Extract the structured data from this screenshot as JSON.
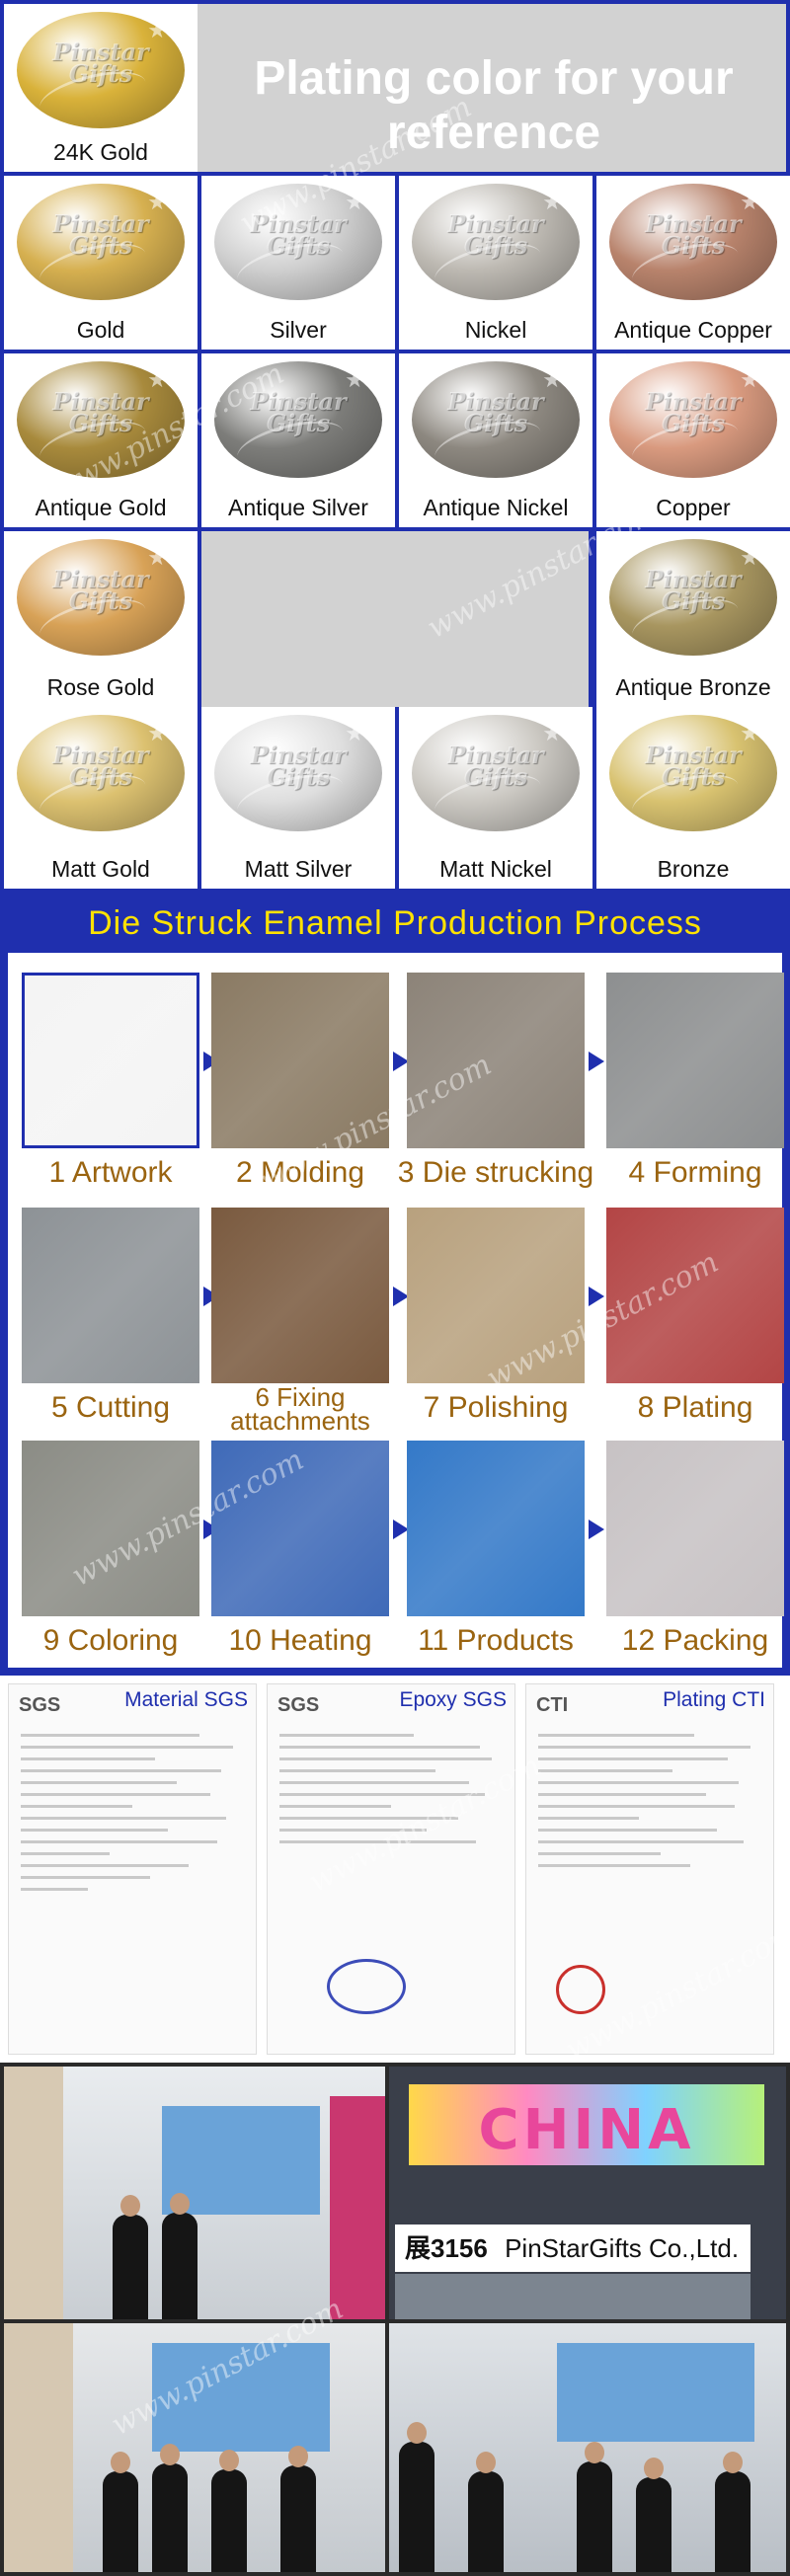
{
  "plating": {
    "title": "Plating color for your reference",
    "brand_line1": "Pinstar",
    "brand_line2": "Gifts",
    "colors": [
      {
        "label": "24K Gold",
        "hex": "#d9b23a"
      },
      {
        "label": "Gold",
        "hex": "#d6b050"
      },
      {
        "label": "Silver",
        "hex": "#cfcfcf"
      },
      {
        "label": "Nickel",
        "hex": "#bdb9b2"
      },
      {
        "label": "Antique Copper",
        "hex": "#b8836c"
      },
      {
        "label": "Antique Gold",
        "hex": "#a88a3c"
      },
      {
        "label": "Antique Silver",
        "hex": "#7d7d7a"
      },
      {
        "label": "Antique Nickel",
        "hex": "#8d8880"
      },
      {
        "label": "Copper",
        "hex": "#d99a7f"
      },
      {
        "label": "Rose Gold",
        "hex": "#d8a257"
      },
      {
        "label": "Antique Bronze",
        "hex": "#a89660"
      },
      {
        "label": "Matt Gold",
        "hex": "#dcc170"
      },
      {
        "label": "Matt Silver",
        "hex": "#dedede"
      },
      {
        "label": "Matt Nickel",
        "hex": "#cbc8c2"
      },
      {
        "label": "Bronze",
        "hex": "#d8c270"
      }
    ]
  },
  "process": {
    "title": "Die Struck Enamel Production Process",
    "steps": [
      {
        "label": "1 Artwork",
        "color": "#f4f4f4"
      },
      {
        "label": "2 Molding",
        "color": "#8a7a63"
      },
      {
        "label": "3 Die strucking",
        "color": "#8c8378"
      },
      {
        "label": "4 Forming",
        "color": "#8d8f90"
      },
      {
        "label": "5 Cutting",
        "color": "#8d9296"
      },
      {
        "label": "6 Fixing attachments",
        "color": "#7a5a3f"
      },
      {
        "label": "7 Polishing",
        "color": "#b8a17e"
      },
      {
        "label": "8 Plating",
        "color": "#b34545"
      },
      {
        "label": "9 Coloring",
        "color": "#8b8c85"
      },
      {
        "label": "10  Heating",
        "color": "#3f6ab8"
      },
      {
        "label": "11 Products",
        "color": "#3479c8"
      },
      {
        "label": "12 Packing",
        "color": "#c7c2c4"
      }
    ]
  },
  "reports": [
    {
      "title": "Material SGS",
      "logo": "SGS"
    },
    {
      "title": "Epoxy SGS",
      "logo": "SGS"
    },
    {
      "title": "Plating CTI",
      "logo": "CTI"
    }
  ],
  "exhibition": {
    "banner": "CHINA",
    "booth_number": "展3156",
    "booth_name": "PinStarGifts Co.,Ltd."
  },
  "watermark": "www.pinstar.com"
}
